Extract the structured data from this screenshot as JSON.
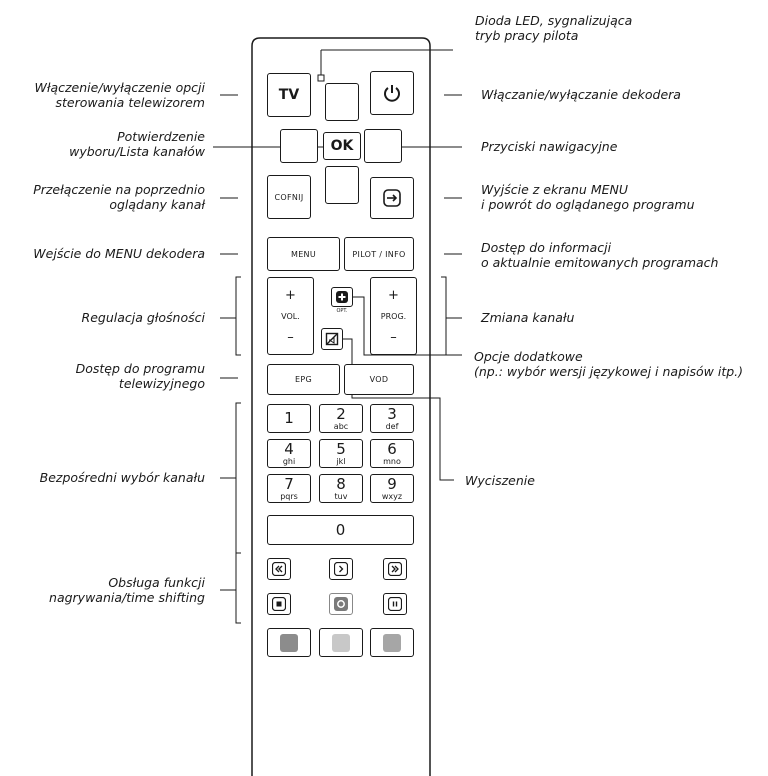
{
  "remote": {
    "tv": "TV",
    "ok": "OK",
    "back": "COFNIJ",
    "menu": "MENU",
    "pilot_info": "PILOT / INFO",
    "vol_plus": "+",
    "vol_label": "VOL.",
    "vol_minus": "–",
    "prog_plus": "+",
    "prog_label": "PROG.",
    "prog_minus": "–",
    "opt_label": "OPT.",
    "epg": "EPG",
    "vod": "VOD",
    "keys": [
      {
        "digit": "1",
        "letters": ""
      },
      {
        "digit": "2",
        "letters": "abc"
      },
      {
        "digit": "3",
        "letters": "def"
      },
      {
        "digit": "4",
        "letters": "ghi"
      },
      {
        "digit": "5",
        "letters": "jkl"
      },
      {
        "digit": "6",
        "letters": "mno"
      },
      {
        "digit": "7",
        "letters": "pqrs"
      },
      {
        "digit": "8",
        "letters": "tuv"
      },
      {
        "digit": "9",
        "letters": "wxyz"
      },
      {
        "digit": "0",
        "letters": ""
      }
    ],
    "color_keys": [
      "#8c8c8c",
      "#c8c8c8",
      "#a6a6a6"
    ]
  },
  "labels": {
    "led": [
      "Dioda LED, sygnalizująca",
      "tryb pracy pilota"
    ],
    "tv_control": [
      "Włączenie/wyłączenie opcji",
      "sterowania telewizorem"
    ],
    "power": [
      "Włączanie/wyłączanie dekodera"
    ],
    "ok_confirm": [
      "Potwierdzenie",
      "wyboru/Lista kanałów"
    ],
    "nav": [
      "Przyciski nawigacyjne"
    ],
    "back": [
      "Przełączenie na poprzednio",
      "oglądany kanał"
    ],
    "exit": [
      "Wyjście z ekranu MENU",
      "i powrót do oglądanego programu"
    ],
    "menu": [
      "Wejście do MENU dekodera"
    ],
    "info": [
      "Dostęp do informacji",
      "o aktualnie emitowanych programach"
    ],
    "volume": [
      "Regulacja głośności"
    ],
    "channel": [
      "Zmiana kanału"
    ],
    "options": [
      "Opcje dodatkowe",
      "(np.: wybór wersji językowej i napisów itp.)"
    ],
    "epg": [
      "Dostęp do programu",
      "telewizyjnego"
    ],
    "mute": [
      "Wyciszenie"
    ],
    "direct": [
      "Bezpośredni wybór kanału"
    ],
    "recording": [
      "Obsługa funkcji",
      "nagrywania/time shifting"
    ]
  }
}
